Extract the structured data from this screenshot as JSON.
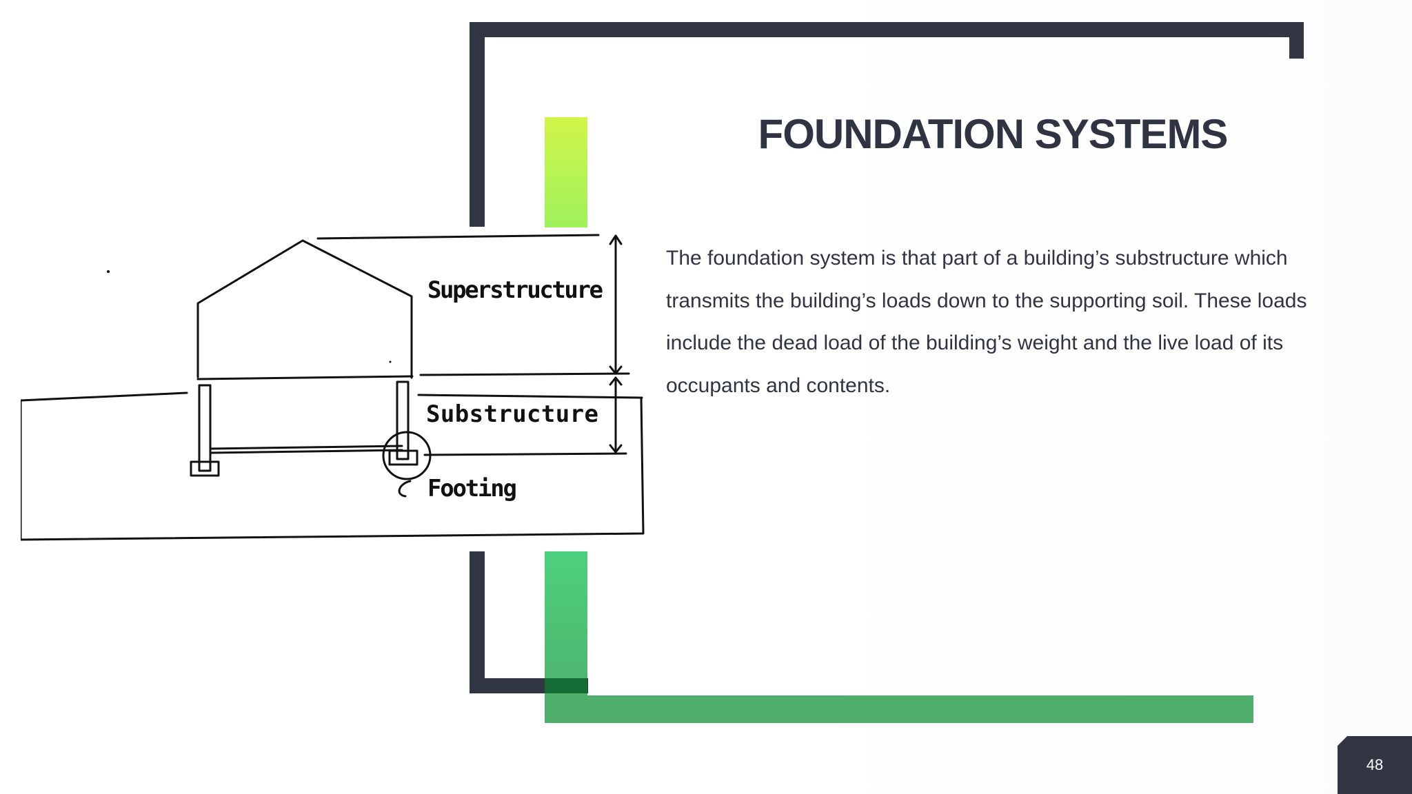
{
  "slide": {
    "title": "FOUNDATION SYSTEMS",
    "body": "The foundation system is that part of a building’s substructure which transmits the building’s loads down to the supporting soil. These loads include the dead load of the building’s weight and the live load of its occupants and contents.",
    "page_number": "48"
  },
  "diagram": {
    "labels": {
      "superstructure": "Superstructure",
      "substructure": "Substructure",
      "footing": "Footing"
    }
  },
  "colors": {
    "frame": "#323644",
    "accent_lime": "#b8f455",
    "accent_green": "#4fae6b",
    "text": "#2f3342"
  }
}
